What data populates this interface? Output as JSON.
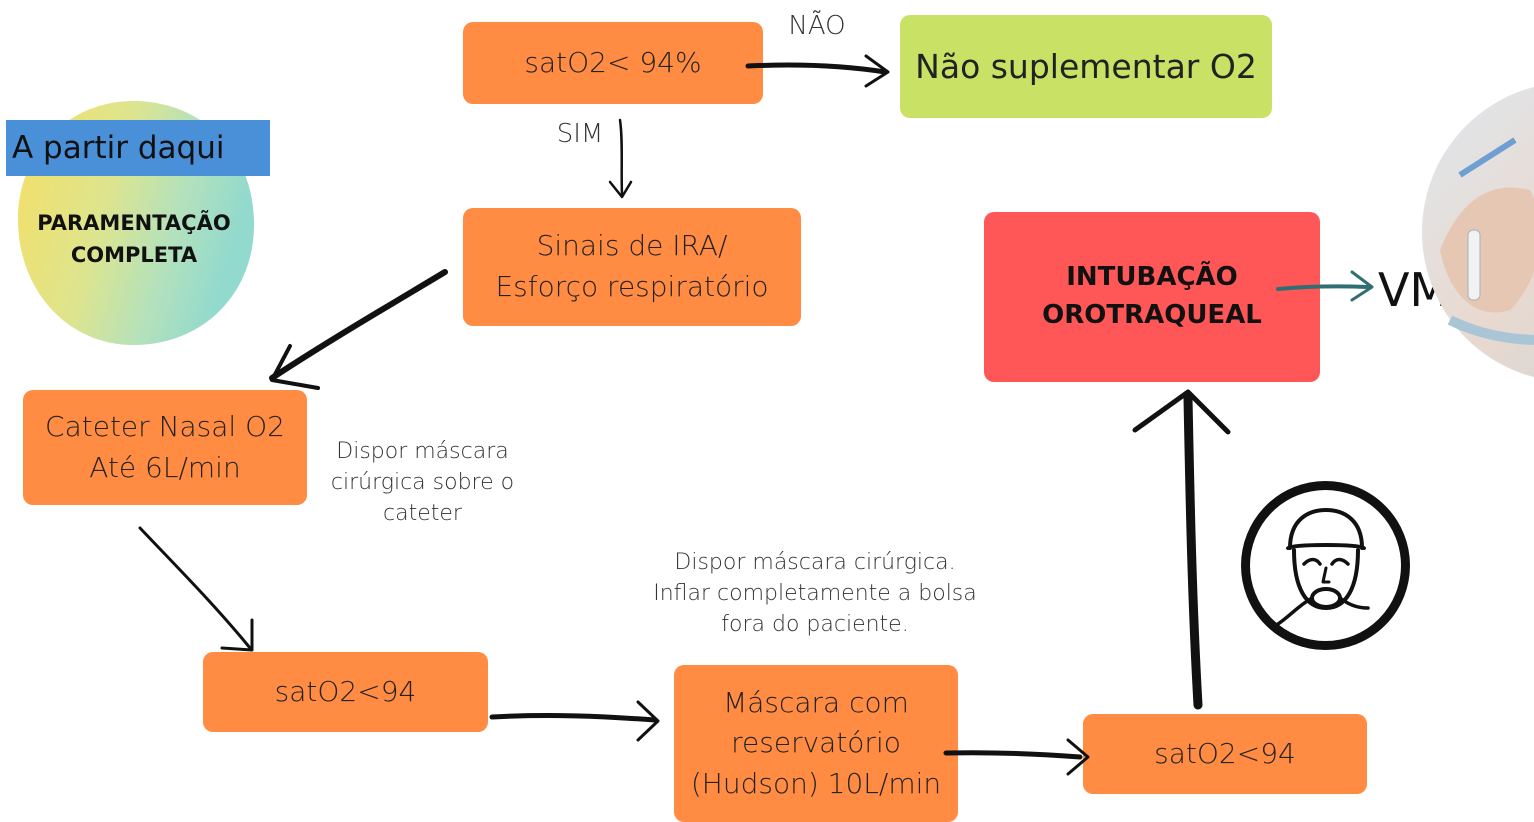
{
  "nodes": {
    "sat_start": "satO2< 94%",
    "no_supp": "Não suplementar O2",
    "ira": "Sinais de IRA/\nEsforço respiratório",
    "nasal": "Cateter Nasal O2\nAté 6L/min",
    "sat2": "satO2<94",
    "mask": "Máscara com\nreservatório\n(Hudson) 10L/min",
    "sat3": "satO2<94",
    "intub": "INTUBAÇÃO\nOROTRAQUEAL"
  },
  "labels": {
    "nao": "NÃO",
    "sim": "SIM",
    "vm": "VM",
    "nasal_note": "Dispor máscara\ncirúrgica sobre o\ncateter",
    "mask_note": "Dispor máscara cirúrgica.\nInflar completamente a bolsa\nfora do paciente."
  },
  "badge": {
    "banner": "A partir daqui",
    "text": "PARAMENTAÇÃO\nCOMPLETA"
  },
  "icons": {
    "patient": "patient-oxygen-mask-icon",
    "photo": "intubated-patient-photo"
  },
  "colors": {
    "orange": "#ff8c42",
    "green": "#c9e265",
    "red": "#ff5757",
    "banner": "#4a90d9"
  }
}
